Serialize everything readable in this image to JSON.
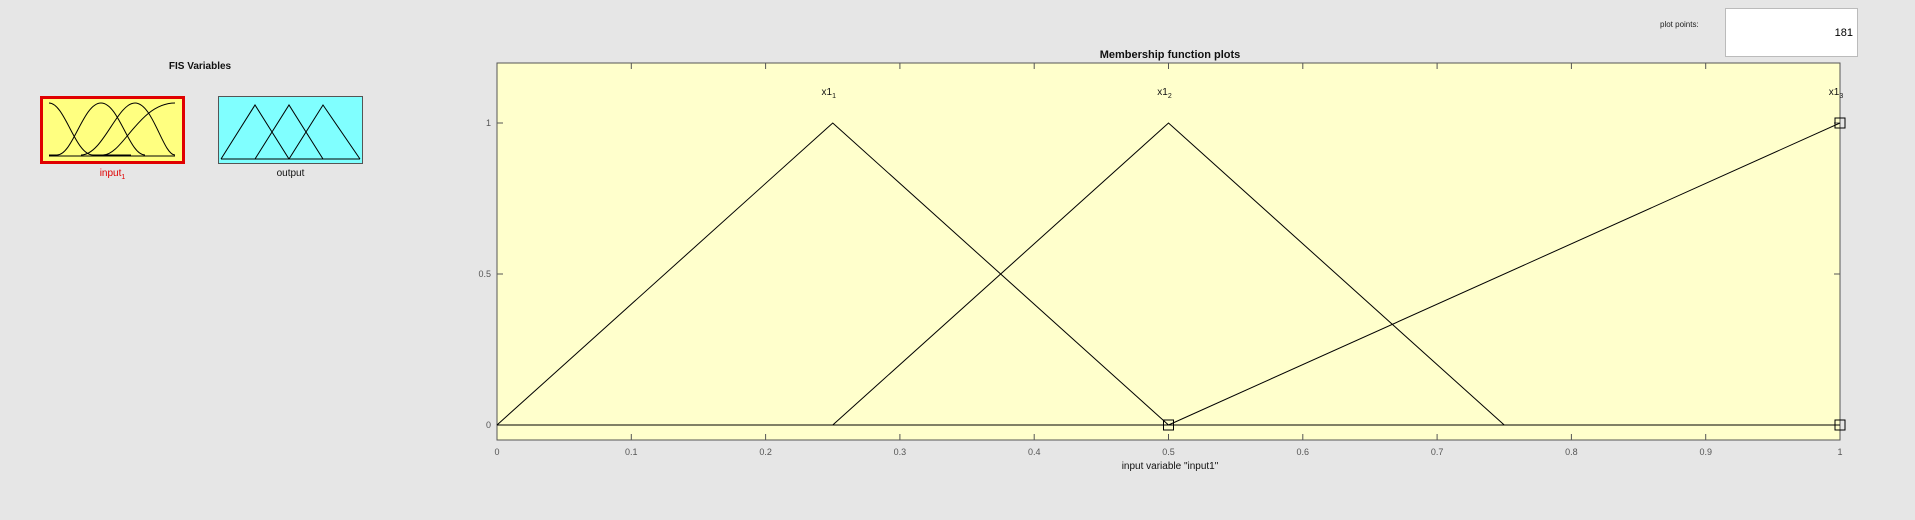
{
  "variables_panel": {
    "title": "FIS Variables",
    "input_label": "input",
    "input_sub": "1",
    "output_label": "output"
  },
  "plot_points": {
    "label": "plot points:",
    "value": "181"
  },
  "colors": {
    "plot_bg": "#ffffcc",
    "input_bg": "#ffff80",
    "output_bg": "#80ffff",
    "selected_border": "#e00000"
  },
  "chart_data": {
    "type": "line",
    "title": "Membership function plots",
    "xlabel": "input variable \"input1\"",
    "xlim": [
      0,
      1
    ],
    "ylim": [
      0,
      1
    ],
    "x_ticks": [
      0,
      0.1,
      0.2,
      0.3,
      0.4,
      0.5,
      0.6,
      0.7,
      0.8,
      0.9,
      1
    ],
    "x_tick_labels": [
      "0",
      "0.1",
      "0.2",
      "0.3",
      "0.4",
      "0.5",
      "0.6",
      "0.7",
      "0.8",
      "0.9",
      "1"
    ],
    "y_ticks": [
      0,
      0.5,
      1
    ],
    "y_tick_labels": [
      "0",
      "0.5",
      "1"
    ],
    "grid": false,
    "series": [
      {
        "name": "x1",
        "sub": "1",
        "x": [
          0,
          0.25,
          0.5
        ],
        "y": [
          0,
          1,
          0
        ]
      },
      {
        "name": "x1",
        "sub": "2",
        "x": [
          0.25,
          0.5,
          0.75
        ],
        "y": [
          0,
          1,
          0
        ]
      },
      {
        "name": "x1",
        "sub": "3",
        "x": [
          0.5,
          1,
          1
        ],
        "y": [
          0,
          1,
          1
        ]
      }
    ],
    "markers": [
      {
        "x": 0.5,
        "y": 0
      },
      {
        "x": 1,
        "y": 0
      },
      {
        "x": 1,
        "y": 1
      }
    ]
  }
}
